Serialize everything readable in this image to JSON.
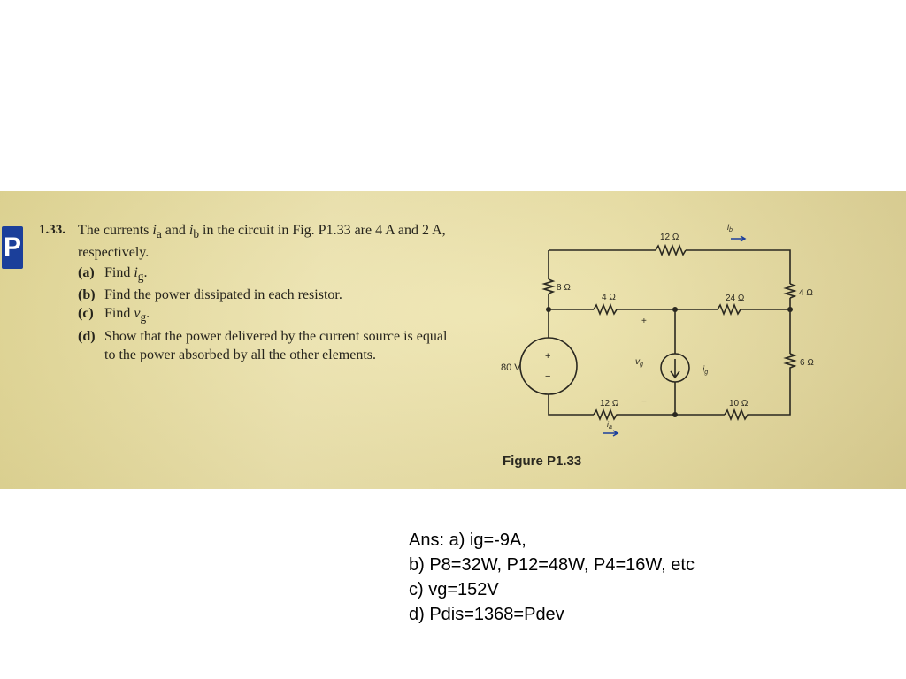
{
  "problem": {
    "number": "1.33.",
    "statement": {
      "t1": "The currents ",
      "v1": "i",
      "s1": "a",
      "t2": " and ",
      "v2": "i",
      "s2": "b",
      "t3": " in the circuit in Fig. P1.33 are 4 A and 2 A, respectively."
    },
    "parts": [
      {
        "label": "(a)",
        "text": "Find ",
        "var": "i",
        "sub": "g",
        "end": "."
      },
      {
        "label": "(b)",
        "text": "Find the power dissipated in each resistor."
      },
      {
        "label": "(c)",
        "text": "Find ",
        "var": "v",
        "sub": "g",
        "end": "."
      },
      {
        "label": "(d)",
        "text": "Show that the power delivered by the current source is equal to the power absorbed by all the other elements."
      }
    ]
  },
  "figure": {
    "caption": "Figure P1.33",
    "labels": {
      "r12_top": "12 Ω",
      "r8": "8 Ω",
      "r4_right": "4 Ω",
      "r4_mid": "4 Ω",
      "r24": "24 Ω",
      "r6": "6 Ω",
      "r12_bottom": "12 Ω",
      "r10": "10 Ω",
      "vsource": "80 V",
      "plus": "+",
      "minus": "−",
      "vg": "v",
      "vg_sub": "g",
      "ig": "i",
      "ig_sub": "g",
      "ib": "i",
      "ib_sub": "b",
      "ia": "i",
      "ia_sub": "a"
    },
    "colors": {
      "wire": "#2a2820",
      "arrow": "#1c3f9c"
    }
  },
  "answers": [
    "Ans: a) ig=-9A,",
    "b) P8=32W, P12=48W, P4=16W, etc",
    "c) vg=152V",
    "d) Pdis=1368=Pdev"
  ]
}
